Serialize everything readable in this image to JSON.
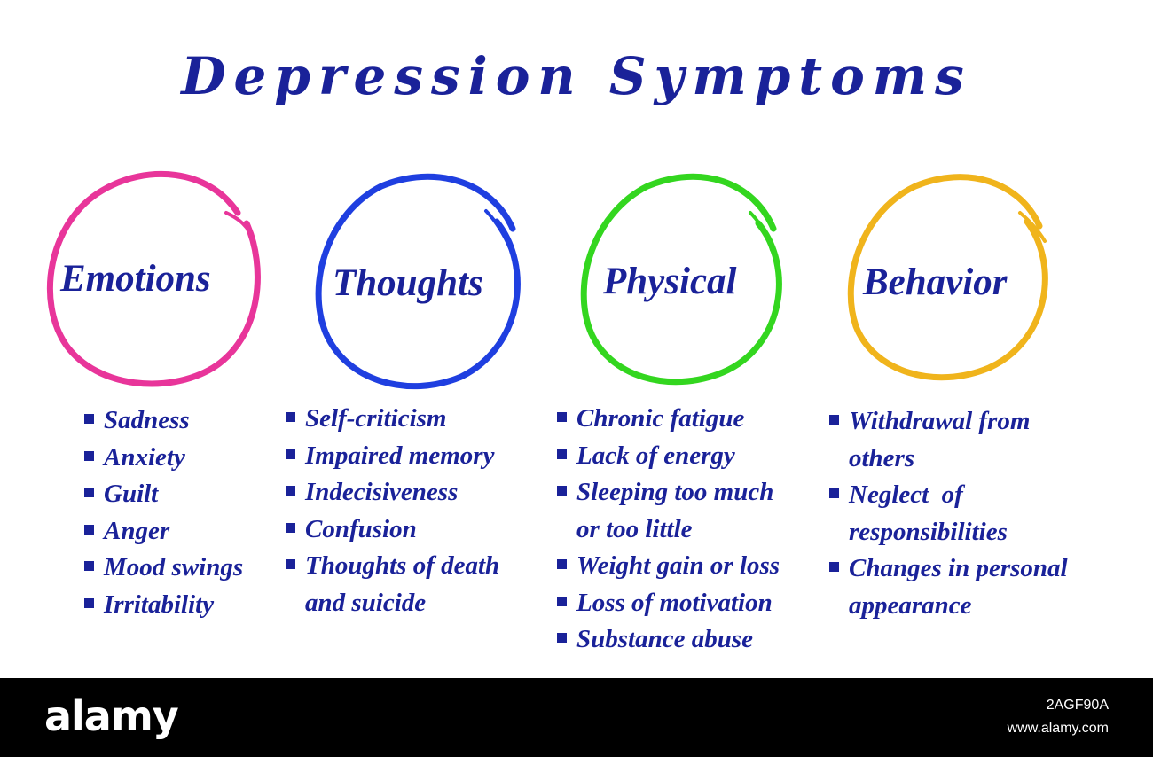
{
  "title": "Depression Symptoms",
  "categories": [
    {
      "label": "Emotions",
      "color": "#e8359a",
      "items": [
        "Sadness",
        "Anxiety",
        "Guilt",
        "Anger",
        "Mood swings",
        "Irritability"
      ]
    },
    {
      "label": "Thoughts",
      "color": "#1f3fe0",
      "items": [
        "Self-criticism",
        "Impaired memory",
        "Indecisiveness",
        "Confusion",
        "Thoughts of death",
        "and suicide"
      ]
    },
    {
      "label": "Physical",
      "color": "#33d61f",
      "items": [
        "Chronic fatigue",
        "Lack of energy",
        "Sleeping too much",
        "or too little",
        "Weight gain or loss",
        "Loss of motivation",
        "Substance abuse"
      ]
    },
    {
      "label": "Behavior",
      "color": "#f0b41c",
      "items": [
        "Withdrawal from",
        "others",
        "Neglect  of",
        "responsibilities",
        "Changes in personal",
        "appearance"
      ]
    }
  ],
  "text_color": "#1a2299",
  "watermark": {
    "logo": "alamy",
    "image_id": "2AGF90A",
    "site": "www.alamy.com"
  }
}
